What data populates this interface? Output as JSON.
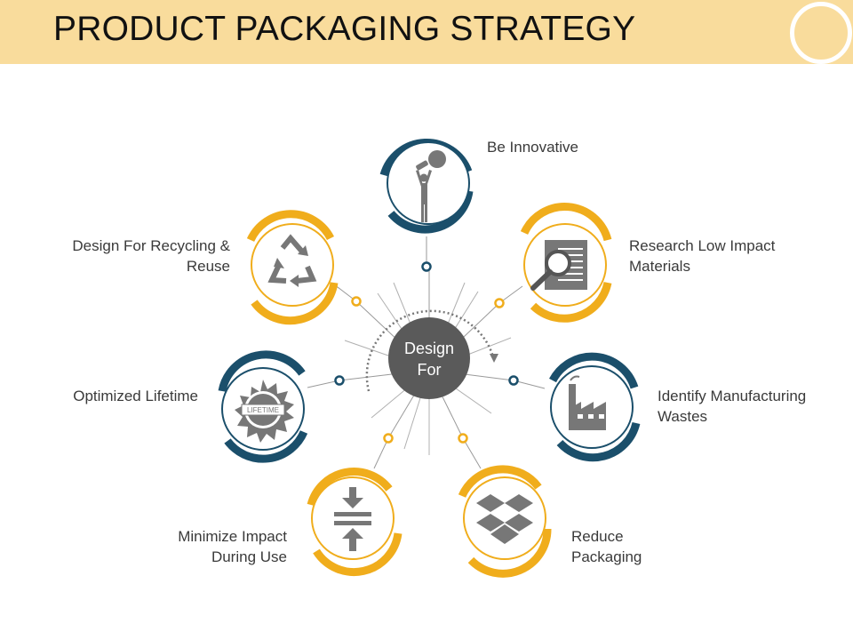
{
  "title": "PRODUCT PACKAGING STRATEGY",
  "center": {
    "line1": "Design",
    "line2": "For"
  },
  "items": [
    {
      "label": "Be Innovative",
      "icon": "person-lightbulb-icon",
      "color": "#1b4f6b"
    },
    {
      "label": "Research Low Impact\nMaterials",
      "icon": "document-magnifier-icon",
      "color": "#f0ad1c"
    },
    {
      "label": "Identify Manufacturing\nWastes",
      "icon": "factory-icon",
      "color": "#1b4f6b"
    },
    {
      "label": "Reduce\nPackaging",
      "icon": "box-icon",
      "color": "#f0ad1c"
    },
    {
      "label": "Minimize Impact\nDuring Use",
      "icon": "compress-arrows-icon",
      "color": "#f0ad1c"
    },
    {
      "label": "Optimized Lifetime",
      "icon": "lifetime-badge-icon",
      "color": "#1b4f6b"
    },
    {
      "label": "Design For Recycling &\nReuse",
      "icon": "recycle-icon",
      "color": "#f0ad1c"
    }
  ],
  "badge_text": "LIFETIME",
  "colors": {
    "header": "#f9dc9c",
    "navy": "#1b4f6b",
    "gold": "#f0ad1c",
    "icon_gray": "#777777",
    "center": "#5a5a5a"
  }
}
